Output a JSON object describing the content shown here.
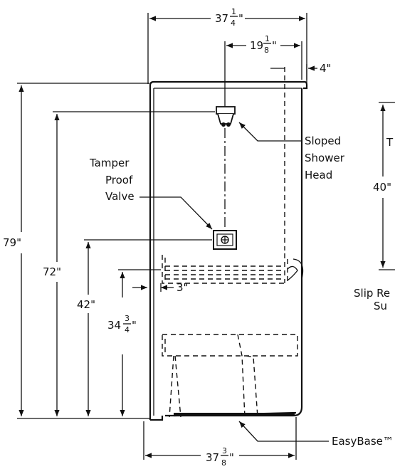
{
  "dimensions": {
    "overall_width": {
      "whole": "37",
      "num": "1",
      "den": "4",
      "unit": "\""
    },
    "head_offset": {
      "whole": "19",
      "num": "1",
      "den": "8",
      "unit": "\""
    },
    "lip": "4\"",
    "overall_height": "79\"",
    "head_height": "72\"",
    "valve_height": "42\"",
    "seat_height": {
      "whole": "34",
      "num": "3",
      "den": "4",
      "unit": "\""
    },
    "seat_depth": "3\"",
    "base_width": {
      "whole": "37",
      "num": "3",
      "den": "8",
      "unit": "\""
    },
    "side_height": "40\""
  },
  "labels": {
    "shower_head": [
      "Sloped",
      "Shower",
      "Head"
    ],
    "valve": [
      "Tamper",
      "Proof",
      "Valve"
    ],
    "base": "EasyBase™",
    "side_partial_1": "Slip Re",
    "side_partial_2": "Su",
    "side_partial_top": "T"
  }
}
